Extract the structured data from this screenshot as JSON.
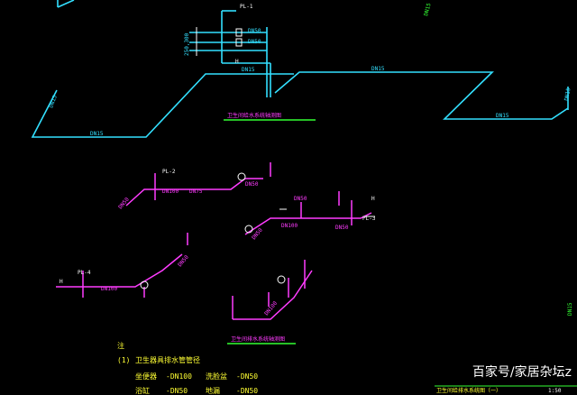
{
  "labels": {
    "top_tag": "PL-1",
    "dn_top_a": "DN50",
    "dn_top_b": "DN50",
    "dn_top_c": "DN15",
    "dn_top_right": "DN15",
    "dn_left_vert": "DN15",
    "dn_left_bottom": "DN15",
    "dn_right_mid": "DN15",
    "dn_far_right": "DN15",
    "dim_left": "250,300",
    "h_mark": "H",
    "top_caption": "卫生间给水系统轴测图",
    "pl2_tag": "PL-2",
    "pl3_tag": "PL-3",
    "pl4_tag": "PL-4",
    "dn100_a": "DN100",
    "dn50_a": "DN50",
    "dn75": "DN75",
    "dn50_b": "DN50",
    "dn50_c": "DN50",
    "dn100_b": "DN100",
    "dn50_d": "DN50",
    "dn50_e": "DN50",
    "dn100_c": "DN100",
    "dn50_f": "DN50",
    "dn100_d": "DN100",
    "h_mark2": "H",
    "h_mark3": "H",
    "bottom_caption": "卫生间排水系统轴测图",
    "dn_green_top": "DN15"
  },
  "notes": {
    "title": "注",
    "item_no": "(1)",
    "item_text": "卫生器具排水管管径",
    "rows": [
      {
        "left_name": "坐便器",
        "left_value": "-DN100",
        "right_name": "洗脸盆",
        "right_value": "-DN50"
      },
      {
        "left_name": "浴缸",
        "left_value": "-DN50",
        "right_name": "地漏",
        "right_value": "-DN50"
      }
    ]
  },
  "title_block": {
    "text": "卫生间给排水系统图（一）",
    "scale": "1:50"
  },
  "watermark": "百家号/家居杂坛z"
}
